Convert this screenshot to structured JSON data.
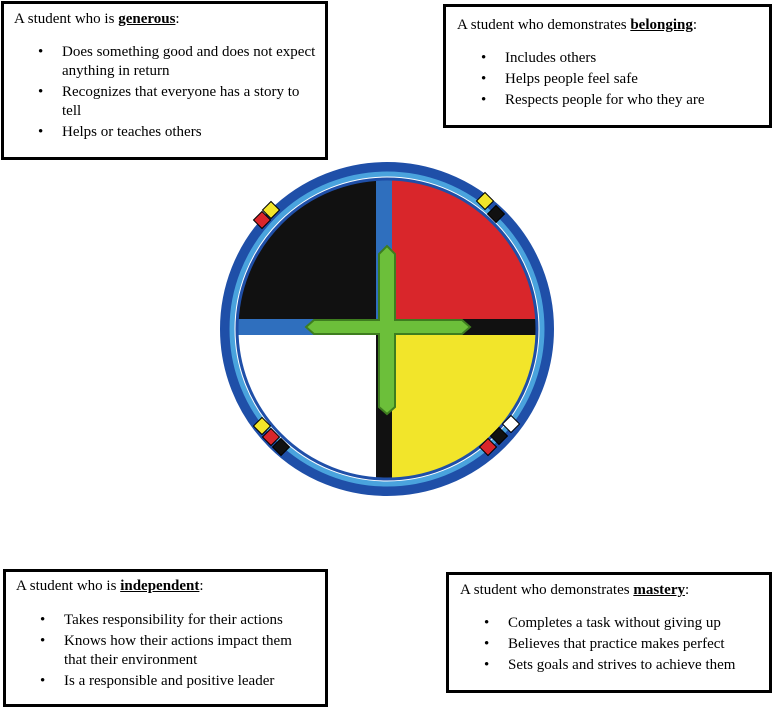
{
  "cards": {
    "generous": {
      "prefix": "A student who is ",
      "keyword": "generous",
      "suffix": ":",
      "items": [
        "Does something good and does not expect anything in return",
        "Recognizes that everyone has a story to tell",
        "Helps or teaches others"
      ]
    },
    "belonging": {
      "prefix": "A student who demonstrates ",
      "keyword": "belonging",
      "suffix": ":",
      "items": [
        "Includes others",
        "Helps people feel safe",
        "Respects people for who they are"
      ]
    },
    "independent": {
      "prefix": "A student who is ",
      "keyword": "independent",
      "suffix": ":",
      "items": [
        "Takes responsibility for their actions",
        "Knows how their actions impact them that their environment",
        "Is a responsible and positive leader"
      ]
    },
    "mastery": {
      "prefix": "A student who demonstrates ",
      "keyword": "mastery",
      "suffix": ":",
      "items": [
        "Completes a task without giving up",
        "Believes that practice makes perfect",
        "Sets goals and strives to achieve them"
      ]
    }
  },
  "wheel": {
    "quadrant_colors": {
      "top_left": "#111111",
      "top_right": "#d9262b",
      "bottom_left": "#ffffff",
      "bottom_right": "#f2e52a"
    },
    "ring_color": "#1f4fa8",
    "ring_inner_color": "#4aa3dd",
    "cross_color": "#6cbf3a",
    "bead_colors": [
      "#f2e52a",
      "#d9262b",
      "#111111"
    ]
  }
}
